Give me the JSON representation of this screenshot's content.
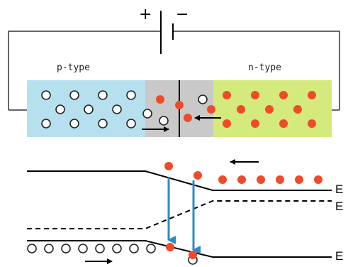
{
  "diagram": {
    "battery": {
      "plus_label": "+",
      "minus_label": "−"
    },
    "regions": {
      "p_label": "p-type",
      "n_label": "n-type"
    },
    "band_labels": {
      "conduction": "E",
      "fermi": "E",
      "valence": "E"
    },
    "colors": {
      "p_region": "#b7e0ee",
      "depletion": "#c9c9c9",
      "n_region": "#d5ea7c",
      "electron": "#f04a2a",
      "hole_fill": "#ffffff",
      "hole_stroke": "#222222",
      "transition_arrow": "#2e8ac4",
      "line": "#000000"
    }
  }
}
